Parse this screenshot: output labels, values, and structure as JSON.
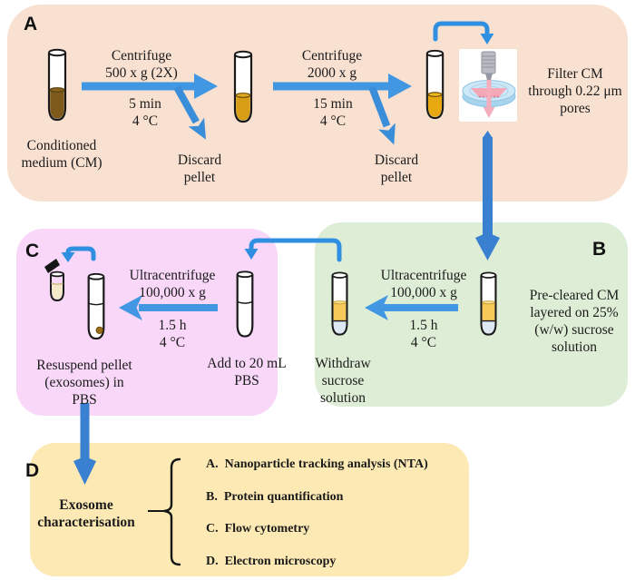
{
  "figure": {
    "panel_a": {
      "label": "A",
      "source_tube_caption": "Conditioned\nmedium (CM)",
      "step1_action": "Centrifuge\n500 x g (2X)",
      "step1_conditions": "5 min\n4 °C",
      "step1_discard": "Discard\npellet",
      "step2_action": "Centrifuge\n2000 x g",
      "step2_conditions": "15 min\n4 °C",
      "step2_discard": "Discard\npellet",
      "filter_caption": "Filter CM\nthrough 0.22 μm\npores"
    },
    "panel_b": {
      "label": "B",
      "input_caption": "Pre-cleared CM\nlayered on 25%\n(w/w) sucrose\nsolution",
      "step_action": "Ultracentrifuge\n100,000 x g",
      "step_conditions": "1.5 h\n4 °C",
      "output_caption": "Withdraw\nsucrose\nsolution"
    },
    "panel_c": {
      "label": "C",
      "input_caption": "Add to 20 mL\nPBS",
      "step_action": "Ultracentrifuge\n100,000 x g",
      "step_conditions": "1.5 h\n4 °C",
      "output_caption": "Resuspend pellet\n(exosomes) in\nPBS"
    },
    "panel_d": {
      "label": "D",
      "title": "Exosome\ncharacterisation",
      "items": [
        "A.  Nanoparticle tracking analysis (NTA)",
        "B.  Protein quantification",
        "C.  Flow cytometry",
        "D.  Electron microscopy"
      ]
    },
    "colors": {
      "panel_a_bg": "#f9e1d2",
      "panel_b_bg": "#deeed6",
      "panel_c_bg": "#f8d7f8",
      "panel_d_bg": "#fce9b4",
      "arrow_blue": "#4197e2",
      "arrow_dark_blue": "#3a80d0",
      "bracket_blue": "#2f8fe0",
      "cm_brown": "#7d5a1b",
      "supernatant_amber": "#d79d15",
      "sucrose_gold": "#f7c959",
      "tube_bottom_blue": "#dde8f3"
    }
  }
}
